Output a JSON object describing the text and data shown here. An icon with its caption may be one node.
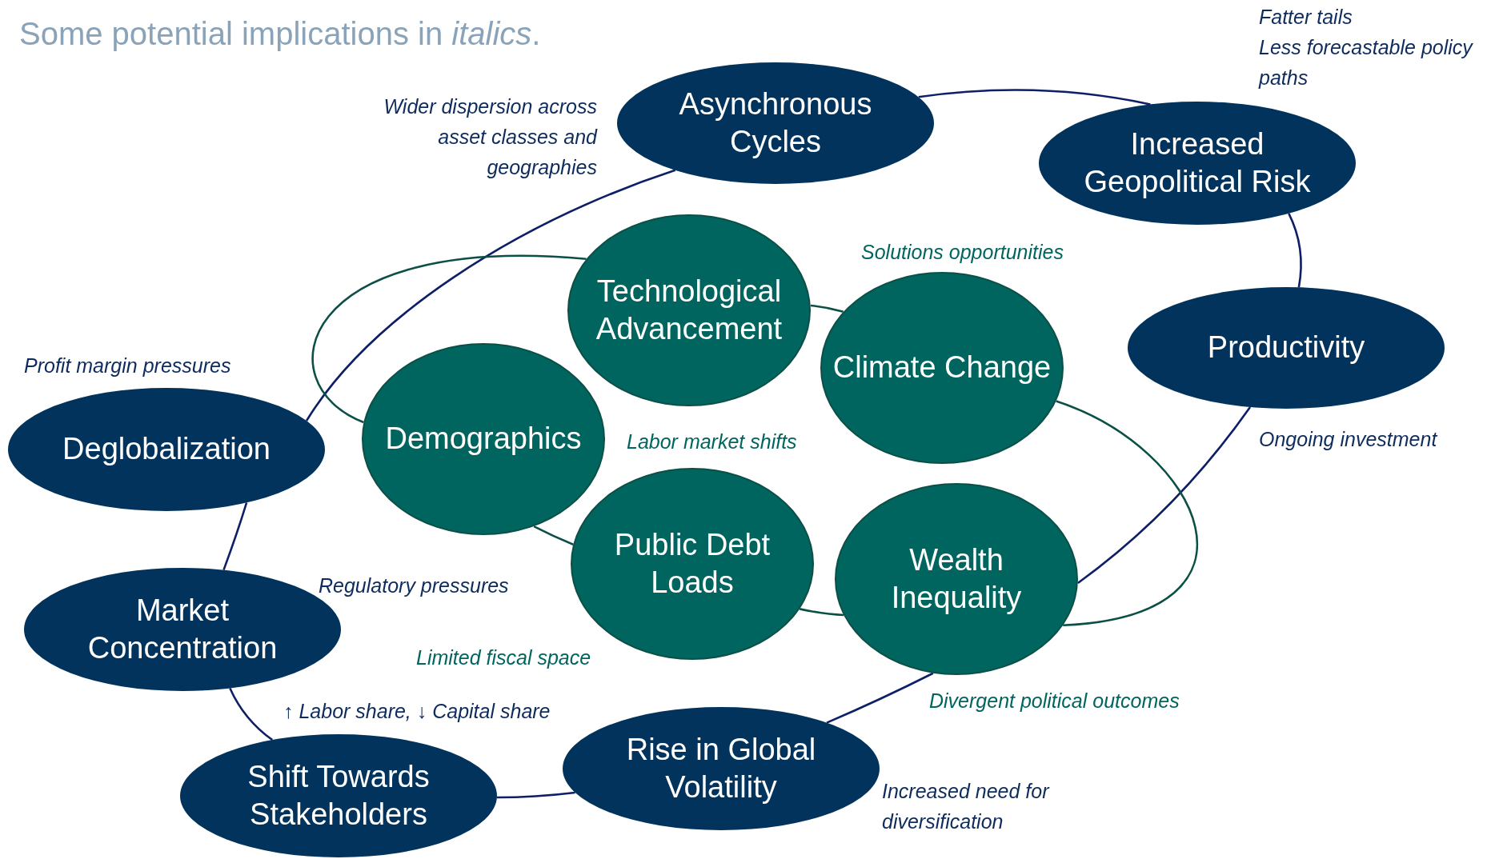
{
  "diagram": {
    "title": "Some potential implications in *italics*.",
    "nodes": [
      {
        "text": [
          "Asynchronous Cycles"
        ]
      },
      {
        "text": [
          "Increased Geopolitical Risk"
        ]
      },
      {
        "text": [
          "Productivity"
        ]
      },
      {
        "text": [
          "Technological Advancement"
        ]
      },
      {
        "text": [
          "Climate Change"
        ]
      },
      {
        "text": [
          "Deglobalization"
        ]
      },
      {
        "text": [
          "Demographics"
        ]
      },
      {
        "text": [
          "Public Debt Loads"
        ]
      },
      {
        "text": [
          "Wealth Inequality"
        ]
      },
      {
        "text": [
          "Market Concentration"
        ]
      },
      {
        "text": [
          "Shift Towards Stakeholders"
        ]
      },
      {
        "text": [
          "Rise in Global Volatility"
        ]
      }
    ],
    "edges": [
      {
        "from": 0,
        "to": 1,
        "arrow": "none"
      },
      {
        "from": 1,
        "to": 2,
        "arrow": "none"
      },
      {
        "from": 2,
        "to": 8,
        "arrow": "none"
      },
      {
        "from": 8,
        "to": 11,
        "arrow": "none"
      },
      {
        "from": 11,
        "to": 10,
        "arrow": "none"
      },
      {
        "from": 10,
        "to": 9,
        "arrow": "none"
      },
      {
        "from": 9,
        "to": 5,
        "arrow": "none"
      },
      {
        "from": 5,
        "to": 0,
        "arrow": "none"
      },
      {
        "from": 3,
        "to": 4,
        "arrow": "none",
        "color": "#0b4f47"
      },
      {
        "from": 4,
        "to": 8,
        "arrow": "none",
        "color": "#0b4f47"
      },
      {
        "from": 8,
        "to": 7,
        "arrow": "none",
        "color": "#0b4f47"
      },
      {
        "from": 7,
        "to": 6,
        "arrow": "none",
        "color": "#0b4f47"
      },
      {
        "from": 6,
        "to": 3,
        "arrow": "none",
        "color": "#0b4f47"
      }
    ],
    "labels": [
      "Fatter tails",
      "Less forecastable policy paths",
      "Wider dispersion across asset classes and geographies",
      "Solutions opportunities",
      "Profit margin pressures",
      "Ongoing investment",
      "Labor market shifts",
      "Regulatory pressures",
      "Limited fiscal space",
      "Divergent political outcomes",
      "↑ Labor share, ↓ Capital share",
      "Increased need for diversification"
    ]
  }
}
